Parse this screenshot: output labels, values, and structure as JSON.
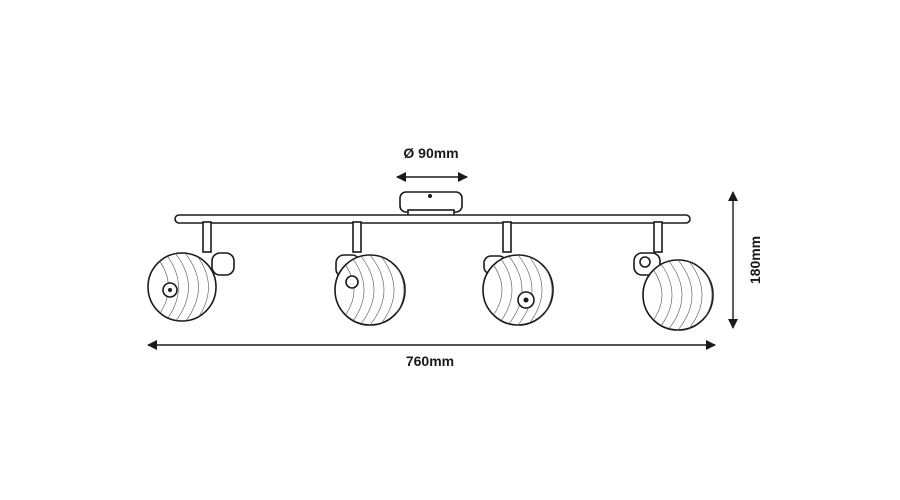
{
  "dimensions": {
    "diameter_label": "Ø 90mm",
    "height_label": "180mm",
    "width_label": "760mm"
  },
  "colors": {
    "ink": "#1a1a1a",
    "background": "#ffffff"
  },
  "spotlights": [
    {
      "name": "spot-1"
    },
    {
      "name": "spot-2"
    },
    {
      "name": "spot-3"
    },
    {
      "name": "spot-4"
    }
  ]
}
